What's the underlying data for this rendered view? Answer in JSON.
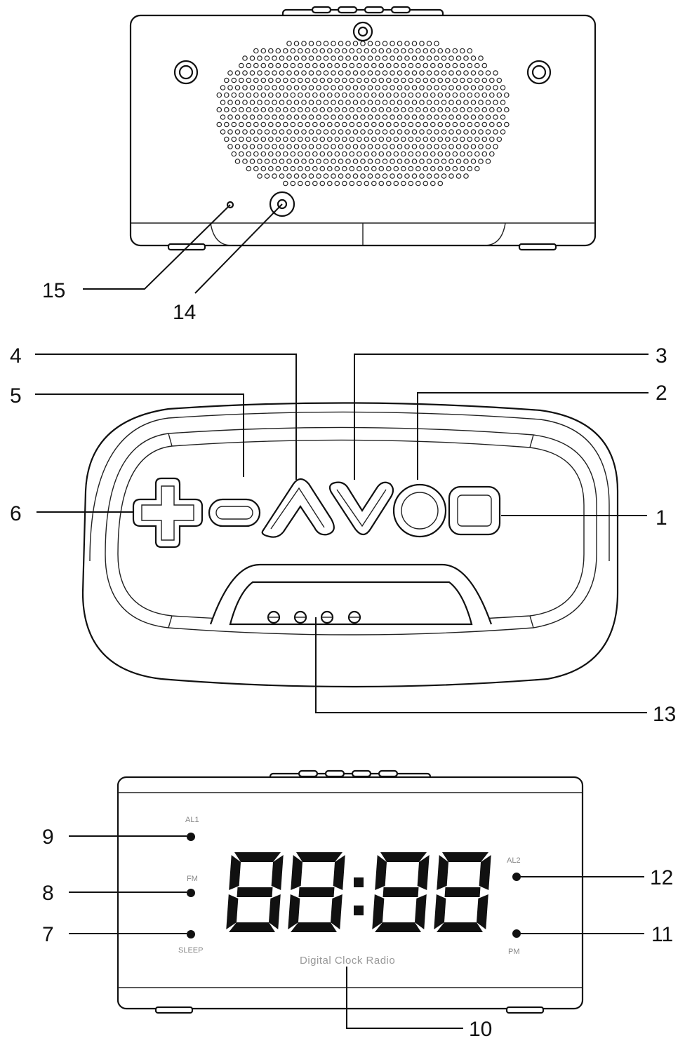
{
  "views": {
    "back": {
      "callouts": [
        "15",
        "14"
      ]
    },
    "top": {
      "callouts": [
        "4",
        "5",
        "3",
        "2",
        "6",
        "1",
        "13"
      ]
    },
    "front": {
      "callouts": [
        "9",
        "8",
        "7",
        "12",
        "11",
        "10"
      ],
      "indicators": {
        "al1": "AL1",
        "fm": "FM",
        "sleep": "SLEEP",
        "al2": "AL2",
        "pm": "PM"
      },
      "display": "88:88",
      "brand": "Digital Clock Radio"
    }
  }
}
